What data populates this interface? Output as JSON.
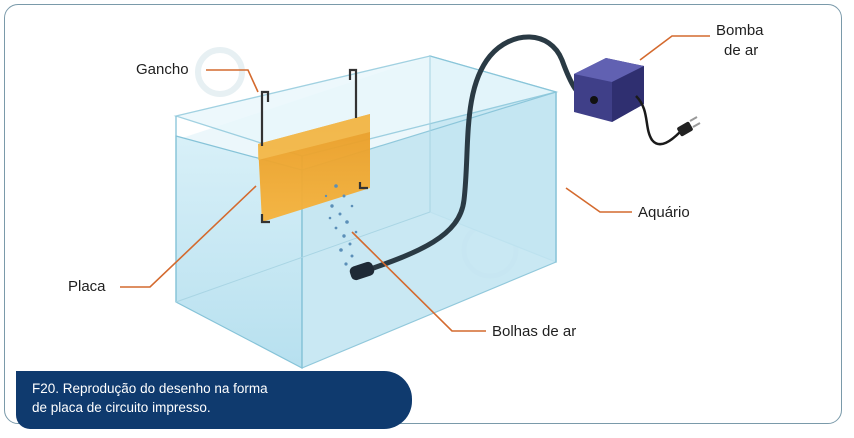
{
  "labels": {
    "gancho": "Gancho",
    "bomba_line1": "Bomba",
    "bomba_line2": "de ar",
    "aquario": "Aquário",
    "placa": "Placa",
    "bolhas": "Bolhas de ar"
  },
  "caption": {
    "line1": "F20. Reprodução do desenho na forma",
    "line2": "de placa de circuito impresso."
  },
  "colors": {
    "glass": "#cfeaf5",
    "plate": "#f2a52a",
    "pump": "#45458c",
    "leader_line": "#d46a2e",
    "caption_bg": "#0f3a6e"
  }
}
